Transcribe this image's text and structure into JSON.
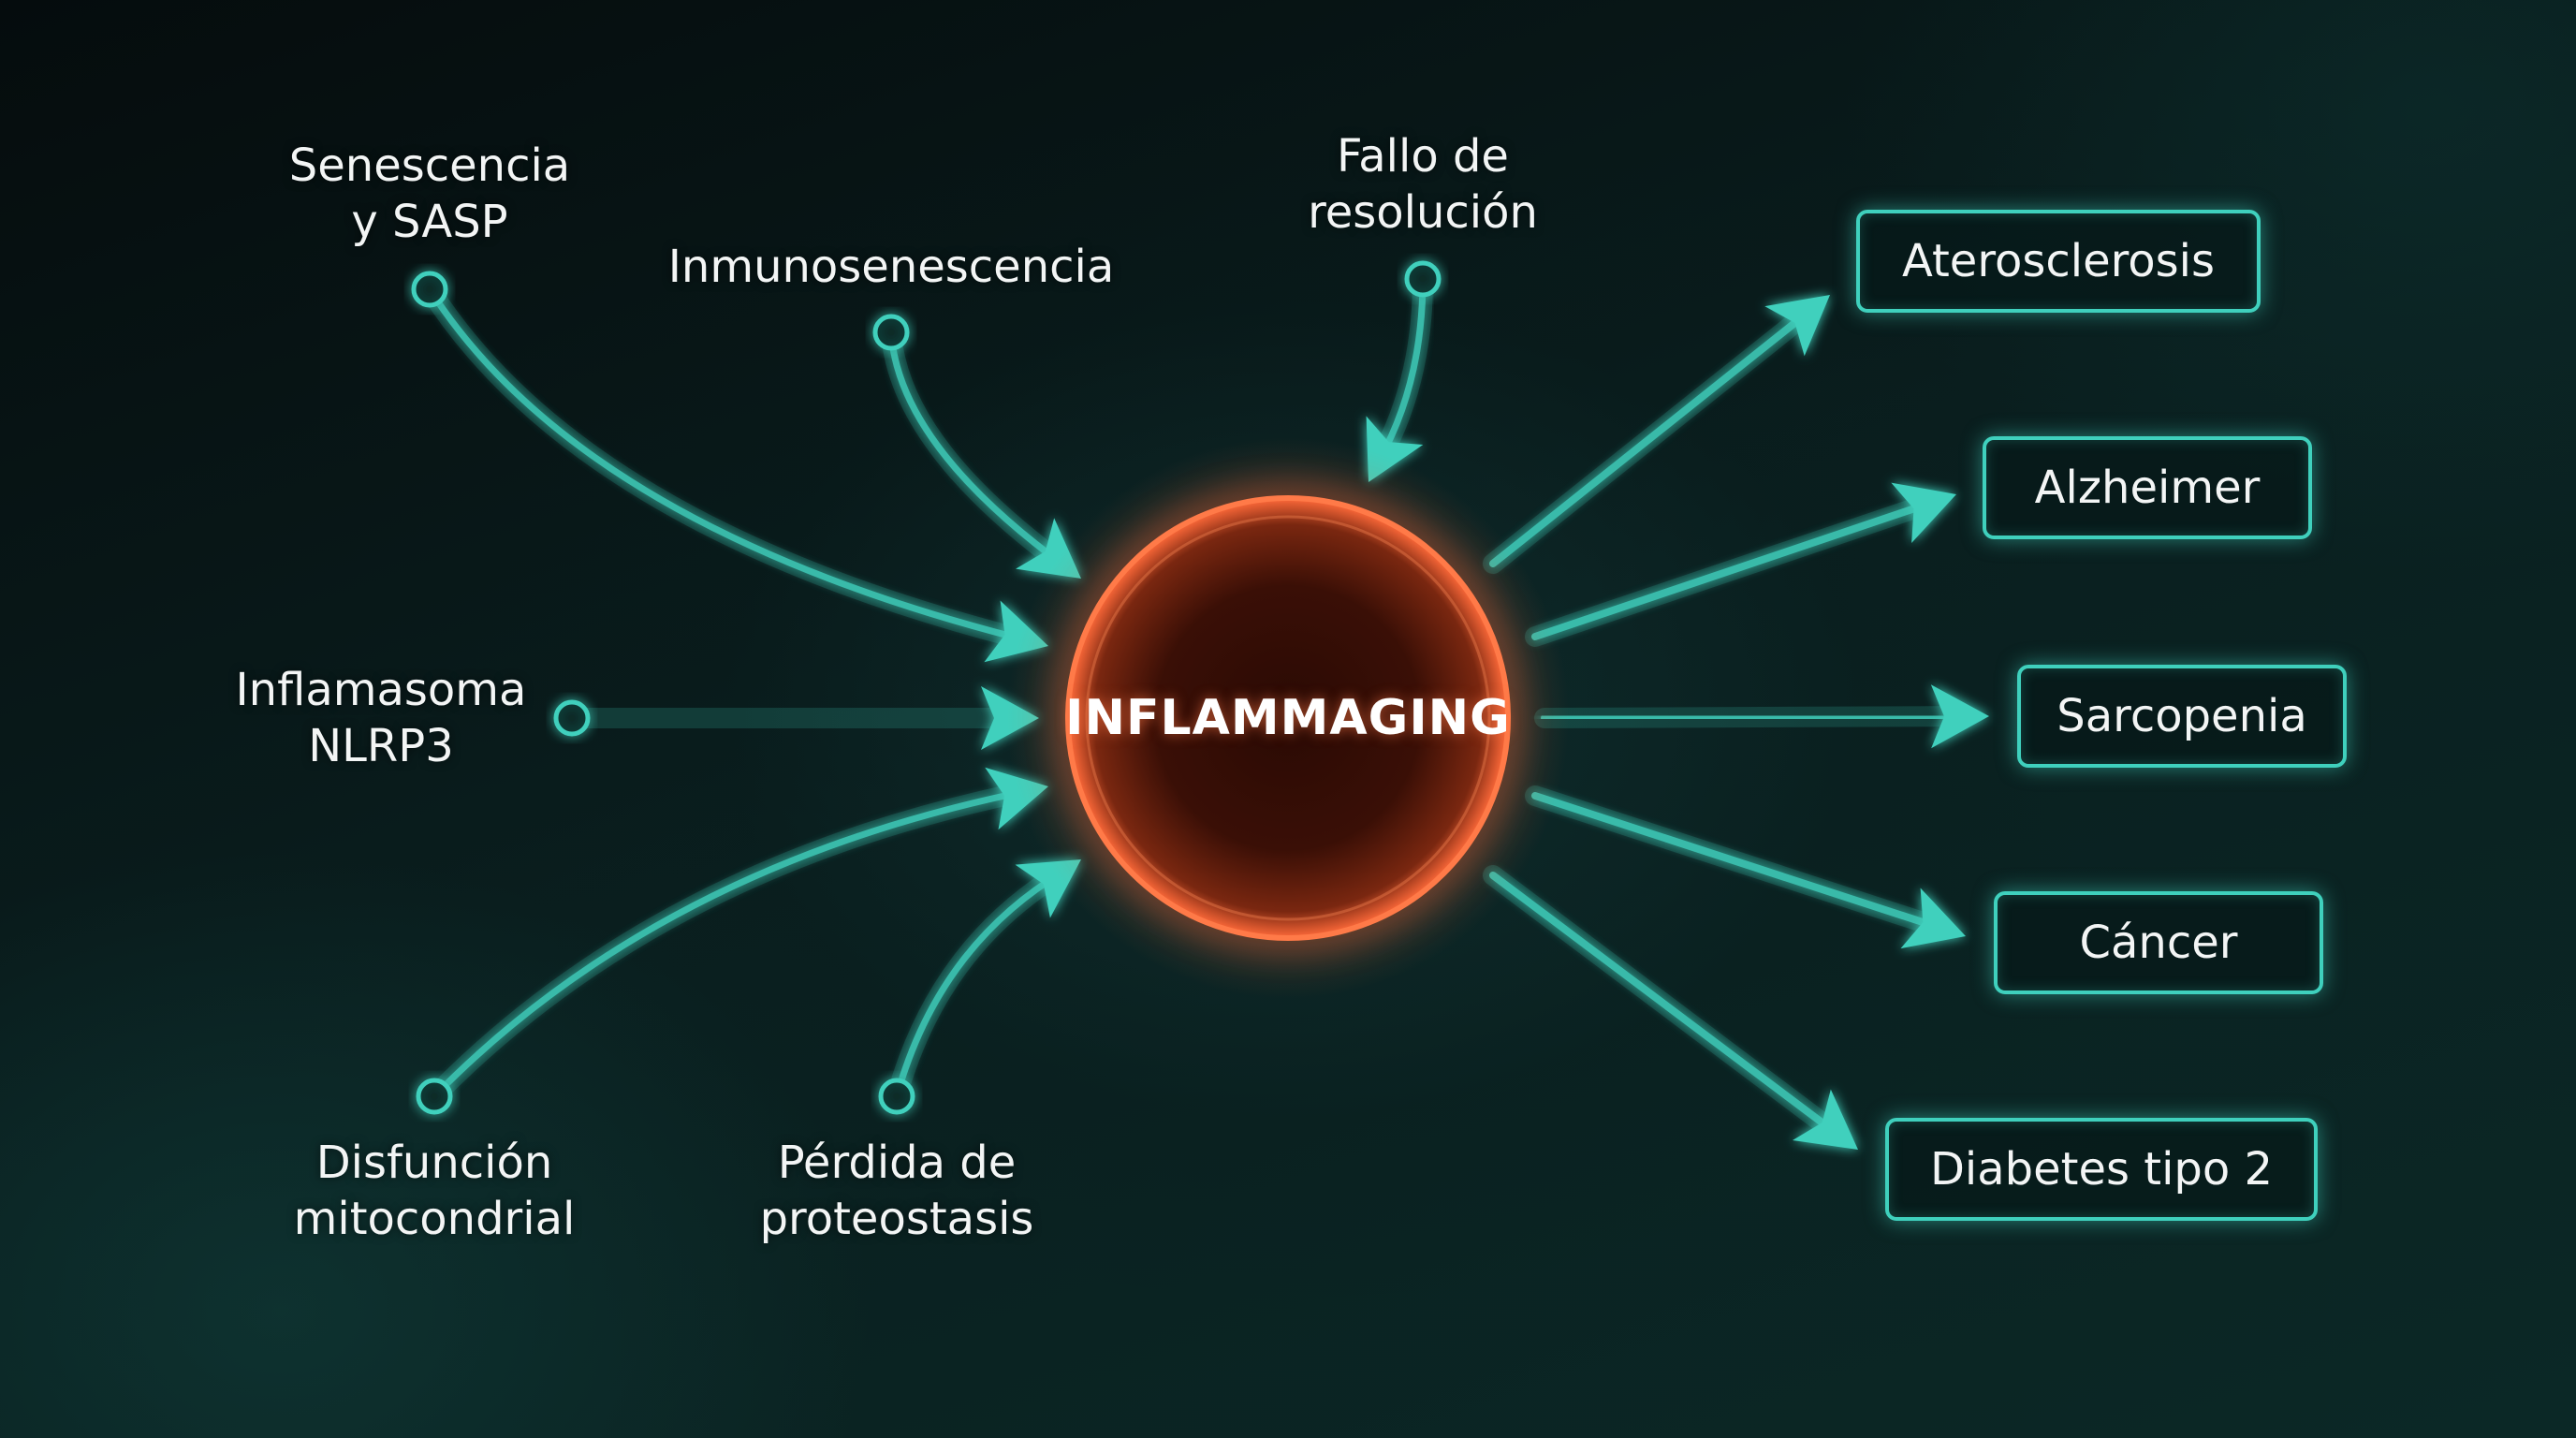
{
  "center": {
    "label": "INFLAMMAGING"
  },
  "inputs": [
    {
      "lines": [
        "Senescencia",
        "y SASP"
      ]
    },
    {
      "lines": [
        "Inmunosenescencia"
      ]
    },
    {
      "lines": [
        "Fallo de",
        "resolución"
      ]
    },
    {
      "lines": [
        "Inflamasoma",
        "NLRP3"
      ]
    },
    {
      "lines": [
        "Disfunción",
        "mitocondrial"
      ]
    },
    {
      "lines": [
        "Pérdida de",
        "proteostasis"
      ]
    }
  ],
  "outputs": [
    {
      "label": "Aterosclerosis"
    },
    {
      "label": "Alzheimer"
    },
    {
      "label": "Sarcopenia"
    },
    {
      "label": "Cáncer"
    },
    {
      "label": "Diabetes tipo 2"
    }
  ],
  "colors": {
    "arrow": "#3fd0bd",
    "node": "#3fd0bd",
    "center_ring": "#ff6a3a",
    "text": "#f3f5f5"
  }
}
